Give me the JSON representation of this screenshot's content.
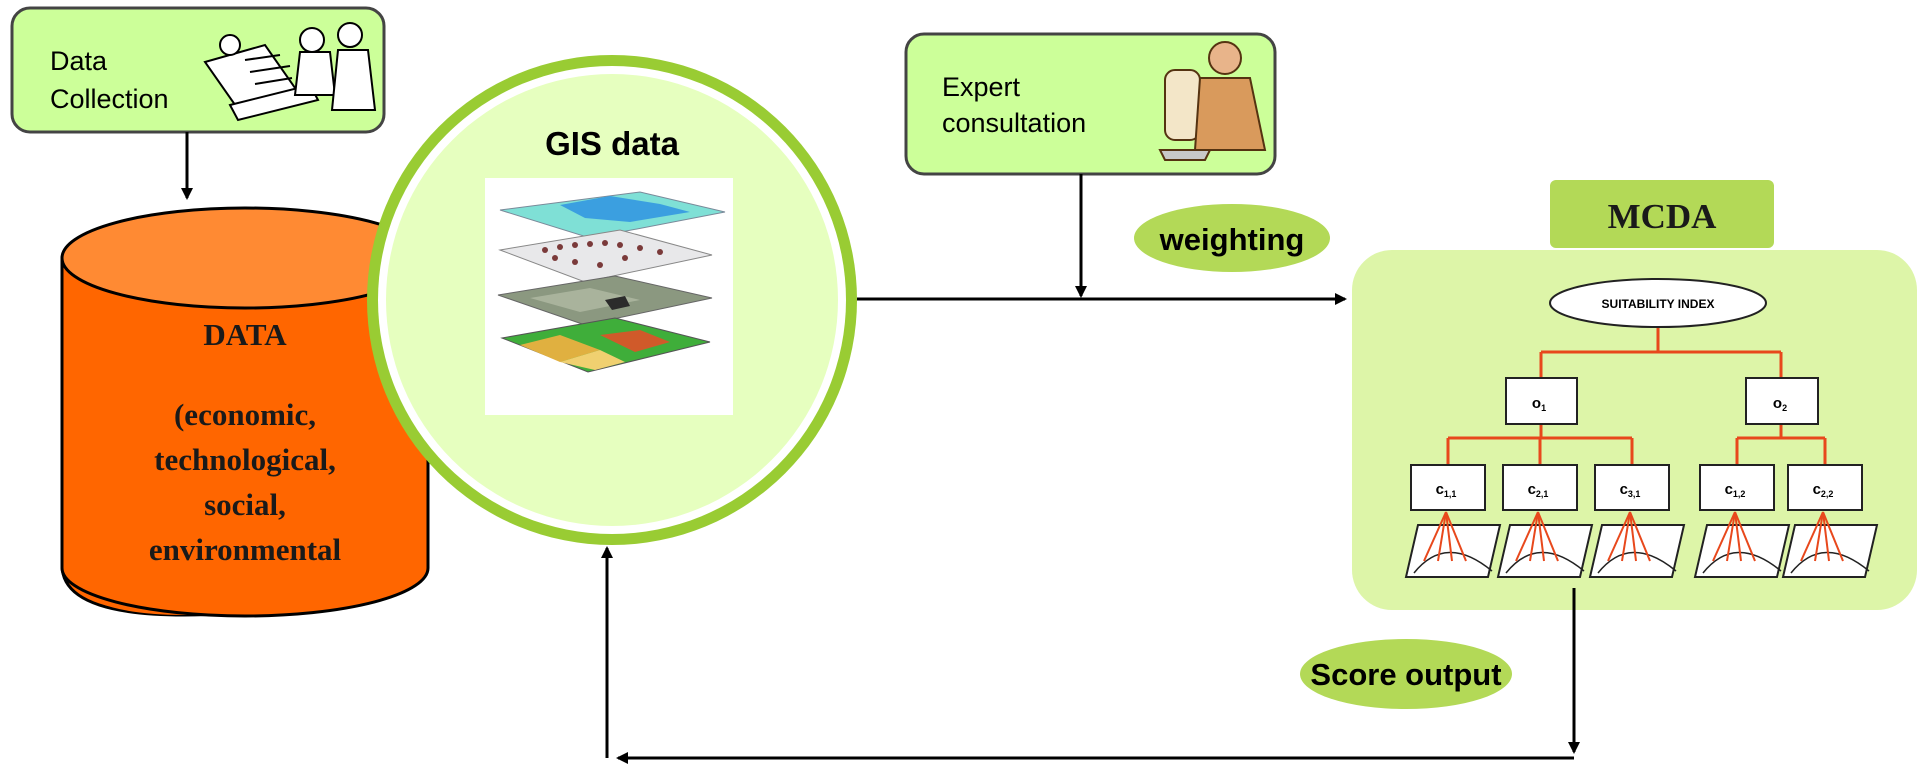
{
  "data_collection": {
    "line1": "Data",
    "line2": "Collection"
  },
  "database": {
    "title": "DATA",
    "lines": [
      "(economic,",
      "technological,",
      "social,",
      "environmental"
    ]
  },
  "gis": {
    "title": "GIS data"
  },
  "expert": {
    "line1": "Expert",
    "line2": "consultation"
  },
  "weighting_label": "weighting",
  "mcda": {
    "title": "MCDA",
    "root": "SUITABILITY INDEX",
    "objectives": [
      {
        "main": "o",
        "sub": "1"
      },
      {
        "main": "o",
        "sub": "2"
      }
    ],
    "criteria": [
      {
        "main": "c",
        "sub": "1,1"
      },
      {
        "main": "c",
        "sub": "2,1"
      },
      {
        "main": "c",
        "sub": "3,1"
      },
      {
        "main": "c",
        "sub": "1,2"
      },
      {
        "main": "c",
        "sub": "2,2"
      }
    ]
  },
  "score_output_label": "Score output",
  "colors": {
    "box_fill": "#ccff99",
    "box_stroke": "#444444",
    "circle_ring": "#99cc33",
    "circle_fill": "#e6ffbf",
    "cylinder": "#ff6600",
    "cylinder_top": "#ff8a33",
    "mcda_panel": "#ddf5a8",
    "label_oval": "#b3d957",
    "tree_lines": "#e8481c"
  }
}
